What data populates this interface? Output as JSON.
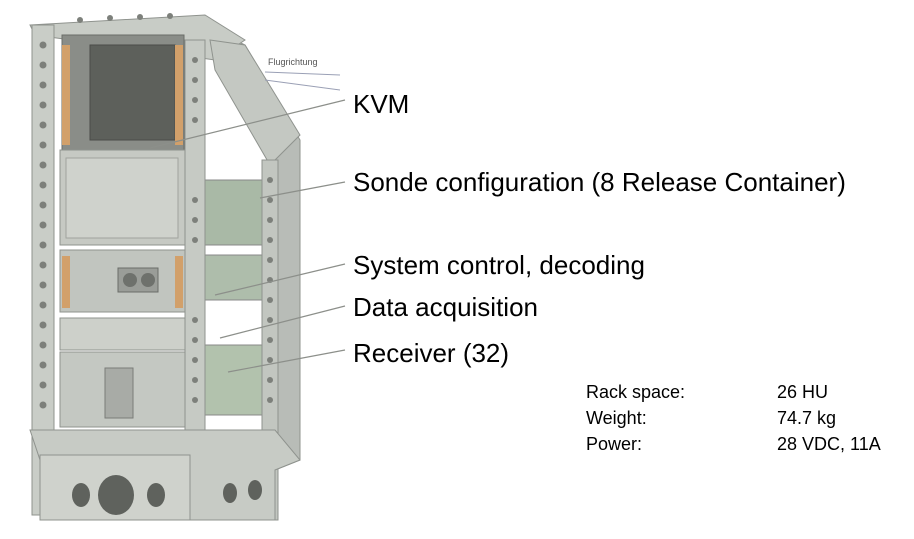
{
  "flight_direction": "Flugrichtung",
  "labels": [
    "KVM",
    "Sonde configuration (8 Release Container)",
    "System control, decoding",
    "Data acquisition",
    "Receiver (32)"
  ],
  "specs": [
    {
      "name": "Rack space:",
      "value": "26 HU"
    },
    {
      "name": "Weight:",
      "value": "74.7 kg"
    },
    {
      "name": "Power:",
      "value": "28 VDC, 11A"
    }
  ]
}
